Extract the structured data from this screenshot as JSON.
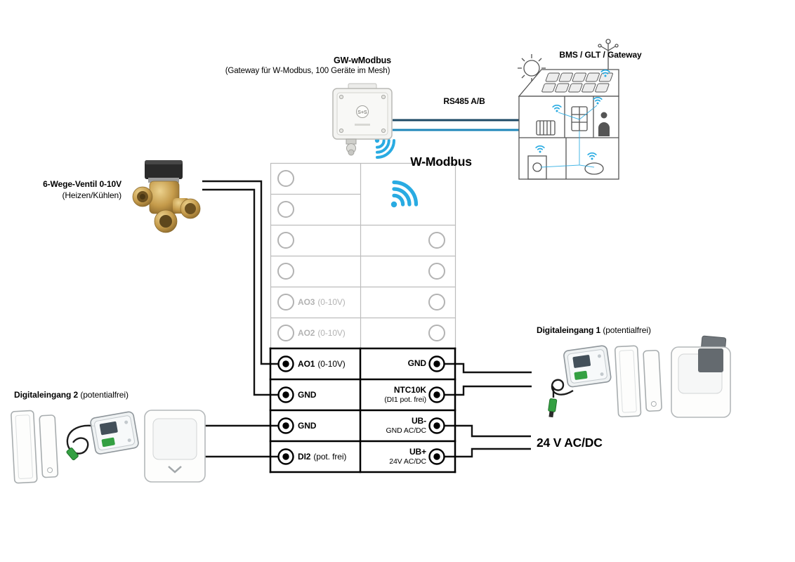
{
  "colors": {
    "accent_blue": "#29abe2",
    "rs485_line_a": "#1e4a66",
    "rs485_line_b": "#1e86ba",
    "wire_black": "#111111",
    "grid_gray": "#bdbdbd"
  },
  "gateway": {
    "title": "GW-wModbus",
    "subtitle": "(Gateway für W-Modbus, 100 Geräte im Mesh)",
    "logo": "S+S"
  },
  "labels": {
    "bms": "BMS / GLT / Gateway",
    "rs485": "RS485 A/B",
    "wmodbus": "W-Modbus",
    "valve_title": "6-Wege-Ventil 0-10V",
    "valve_sub": "(Heizen/Kühlen)",
    "di2_name": "Digitaleingang 2",
    "di2_qualifier": "(potentialfrei)",
    "di1_name": "Digitaleingang 1",
    "di1_qualifier": "(potentialfrei)",
    "power": "24 V AC/DC"
  },
  "terminal_block": {
    "left_rows": [
      {
        "label": "",
        "sub": "",
        "state": "empty"
      },
      {
        "label": "",
        "sub": "",
        "state": "empty"
      },
      {
        "label": "",
        "sub": "",
        "state": "empty"
      },
      {
        "label": "",
        "sub": "",
        "state": "empty"
      },
      {
        "label": "AO3",
        "sub": "(0-10V)",
        "state": "inactive"
      },
      {
        "label": "AO2",
        "sub": "(0-10V)",
        "state": "inactive"
      },
      {
        "label": "AO1",
        "sub": "(0-10V)",
        "state": "active"
      },
      {
        "label": "GND",
        "sub": "",
        "state": "active"
      },
      {
        "label": "GND",
        "sub": "",
        "state": "active"
      },
      {
        "label": "DI2",
        "sub": "(pot. frei)",
        "state": "active"
      }
    ],
    "right_rows": [
      {
        "label": "",
        "sub": "",
        "state": "wifi"
      },
      {
        "label": "",
        "sub": "",
        "state": "merged"
      },
      {
        "label": "",
        "sub": "",
        "state": "empty"
      },
      {
        "label": "",
        "sub": "",
        "state": "empty"
      },
      {
        "label": "",
        "sub": "",
        "state": "empty"
      },
      {
        "label": "",
        "sub": "",
        "state": "empty"
      },
      {
        "label": "GND",
        "sub": "",
        "state": "active"
      },
      {
        "label": "NTC10K",
        "sub": "(DI1 pot. frei)",
        "state": "active"
      },
      {
        "label": "UB-",
        "sub": "GND AC/DC",
        "state": "active"
      },
      {
        "label": "UB+",
        "sub": "24V AC/DC",
        "state": "active"
      }
    ]
  }
}
